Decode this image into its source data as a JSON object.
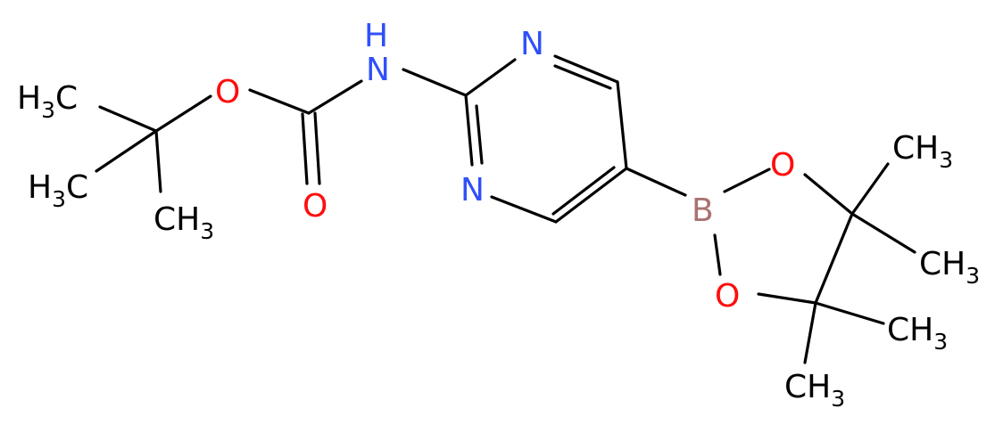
{
  "molecule": {
    "colors": {
      "carbon": "#000000",
      "nitrogen": "#3050f8",
      "oxygen": "#ff0d0d",
      "boron": "#a97271"
    },
    "labels": {
      "nh": "NH",
      "carbamate_o": "O",
      "carbonyl_o": "O",
      "ring_n_top": "N",
      "ring_n_bottom": "N",
      "boron": "B",
      "boronate_o_top": "O",
      "boronate_o_bottom": "O",
      "methyl_1": "H3C",
      "methyl_2": "H3C",
      "methyl_3": "CH3",
      "methyl_4": "CH3",
      "methyl_5": "CH3",
      "methyl_6": "CH3",
      "methyl_7": "CH3"
    }
  }
}
